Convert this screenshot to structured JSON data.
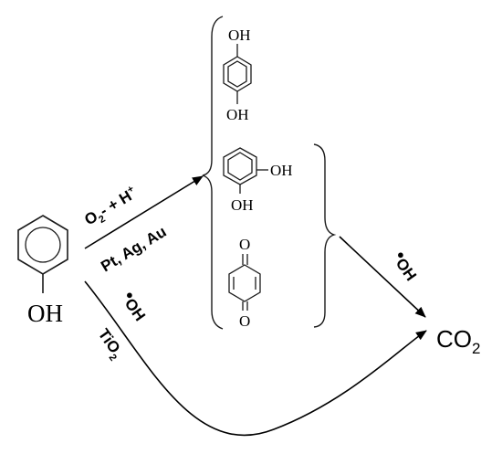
{
  "structures": {
    "phenol": {
      "oh_label": "OH"
    },
    "hydroquinone": {
      "oh_top": "OH",
      "oh_bottom": "OH"
    },
    "catechol": {
      "oh_right": "OH",
      "oh_bottom": "OH"
    },
    "benzoquinone": {
      "o_top": "O",
      "o_bottom": "O"
    }
  },
  "upper_pathway": {
    "reagent_main": "O",
    "reagent_sub": "2",
    "reagent_rest": "- + H",
    "reagent_sup": "+",
    "catalysts": "Pt, Ag, Au"
  },
  "lower_pathway": {
    "radical_dot": "•",
    "radical": "OH",
    "catalyst_main": "TiO",
    "catalyst_sub": "2"
  },
  "final_step": {
    "radical_dot": "•",
    "radical": "OH"
  },
  "product": {
    "main": "CO",
    "sub": "2"
  }
}
